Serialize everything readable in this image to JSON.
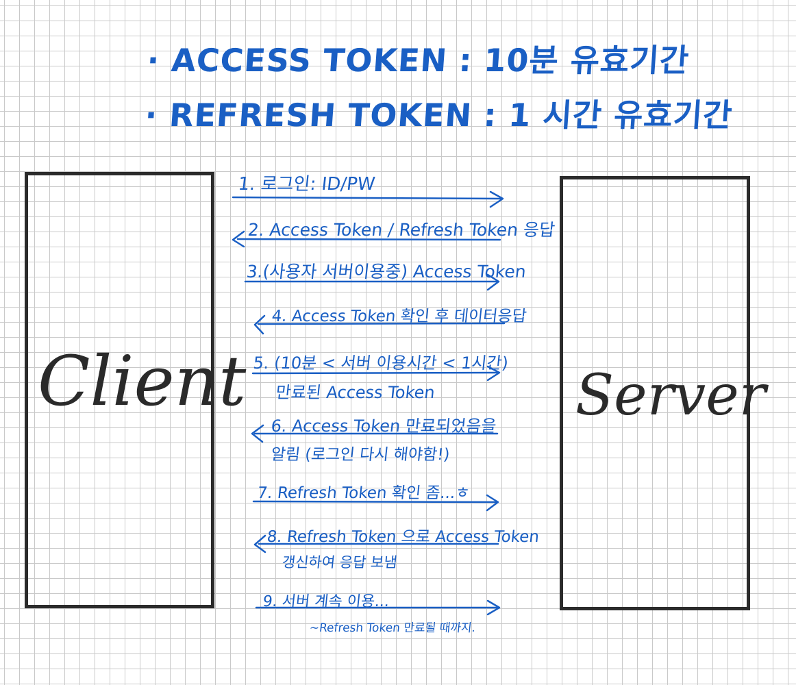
{
  "title": {
    "line1": "· ACCESS TOKEN : 10분 유효기간",
    "line2": "· REFRESH TOKEN : 1 시간 유효기간"
  },
  "client": {
    "label": "Client"
  },
  "server": {
    "label": "Server"
  },
  "steps": [
    {
      "main": "1. 로그인: ID/PW",
      "direction": "to-server"
    },
    {
      "main": "2. Access Token / Refresh Token 응답",
      "direction": "to-client"
    },
    {
      "main": "3.(사용자 서버이용중) Access Token",
      "direction": "to-server"
    },
    {
      "main": "4. Access Token 확인 후 데이터응답",
      "direction": "to-client"
    },
    {
      "main": "5. (10분 < 서버 이용시간 < 1시간)",
      "sub": "만료된 Access Token",
      "direction": "to-server"
    },
    {
      "main": "6. Access Token 만료되었음을",
      "sub": "알림 (로그인 다시 해야함!)",
      "direction": "to-client"
    },
    {
      "main": "7. Refresh Token 확인 좀...ㅎ",
      "direction": "to-server"
    },
    {
      "main": "8. Refresh Token 으로 Access Token",
      "sub": "갱신하여 응답 보냄",
      "direction": "to-client"
    },
    {
      "main": "9. 서버 계속 이용...",
      "sub": "~Refresh Token 만료될 때까지.",
      "direction": "to-server"
    }
  ],
  "colors": {
    "ink": "#1a5fc4",
    "box": "#2b2b2b",
    "grid": "#c9c9c9"
  }
}
